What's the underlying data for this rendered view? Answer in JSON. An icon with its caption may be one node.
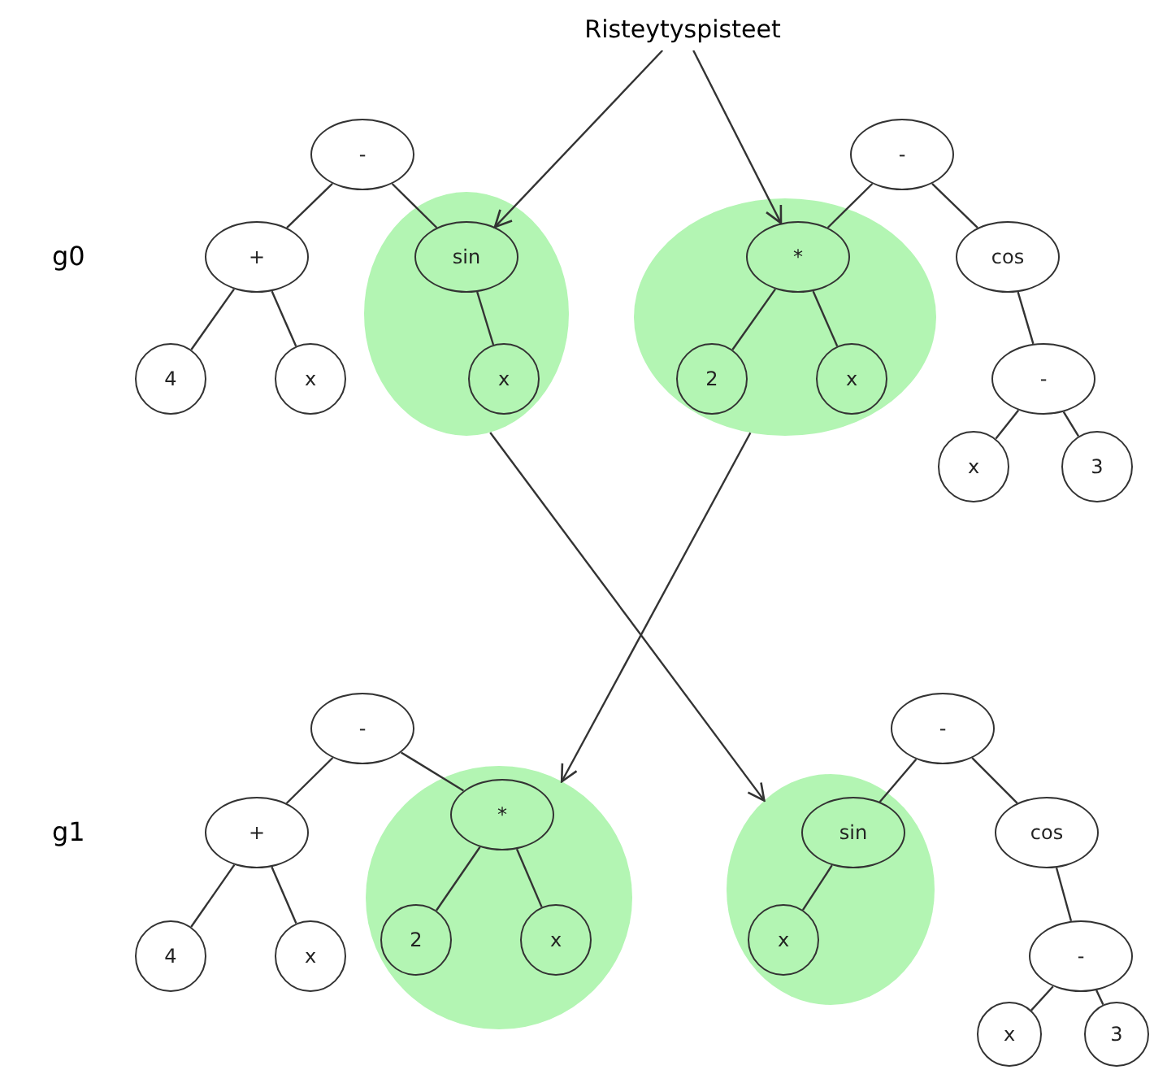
{
  "diagram": {
    "nodes": [
      {
        "text": [
          "Risteytyspisteet"
        ]
      },
      {
        "text": [
          "-"
        ]
      },
      {
        "text": [
          "+"
        ]
      },
      {
        "text": [],
        "shape": "circle"
      },
      {
        "text": [
          "sin"
        ],
        "in": 3
      },
      {
        "text": [
          "4"
        ]
      },
      {
        "text": [
          "x"
        ]
      },
      {
        "text": [
          "x"
        ],
        "in": 3
      },
      {
        "text": [
          "-"
        ]
      },
      {
        "text": [],
        "shape": "circle"
      },
      {
        "text": [
          "*"
        ],
        "in": 9
      },
      {
        "text": [
          "cos"
        ]
      },
      {
        "text": [
          "2"
        ],
        "in": 9
      },
      {
        "text": [
          "x"
        ],
        "in": 9
      },
      {
        "text": [
          "-"
        ]
      },
      {
        "text": [
          "x"
        ]
      },
      {
        "text": [
          "3"
        ]
      },
      {
        "text": [
          "-"
        ]
      },
      {
        "text": [
          "+"
        ]
      },
      {
        "text": [],
        "shape": "circle"
      },
      {
        "text": [
          "*"
        ],
        "in": 19
      },
      {
        "text": [
          "4"
        ]
      },
      {
        "text": [
          "x"
        ]
      },
      {
        "text": [
          "2"
        ],
        "in": 19
      },
      {
        "text": [
          "x"
        ],
        "in": 19
      },
      {
        "text": [
          "-"
        ]
      },
      {
        "text": [],
        "shape": "circle"
      },
      {
        "text": [
          "sin"
        ],
        "in": 26
      },
      {
        "text": [
          "cos"
        ]
      },
      {
        "text": [
          "x"
        ],
        "in": 26
      },
      {
        "text": [
          "-"
        ]
      },
      {
        "text": [
          "x"
        ]
      },
      {
        "text": [
          "3"
        ]
      }
    ],
    "edges": [
      {
        "from": 0,
        "to": 4,
        "arrow": "to"
      },
      {
        "from": 0,
        "to": 10,
        "arrow": "to"
      },
      {
        "from": 1,
        "to": 2,
        "arrow": "none"
      },
      {
        "from": 1,
        "to": 4,
        "arrow": "none"
      },
      {
        "from": 2,
        "to": 5,
        "arrow": "none"
      },
      {
        "from": 2,
        "to": 6,
        "arrow": "none"
      },
      {
        "from": 4,
        "to": 7,
        "arrow": "none"
      },
      {
        "from": 8,
        "to": 10,
        "arrow": "none"
      },
      {
        "from": 8,
        "to": 11,
        "arrow": "none"
      },
      {
        "from": 10,
        "to": 12,
        "arrow": "none"
      },
      {
        "from": 10,
        "to": 13,
        "arrow": "none"
      },
      {
        "from": 11,
        "to": 14,
        "arrow": "none"
      },
      {
        "from": 14,
        "to": 15,
        "arrow": "none"
      },
      {
        "from": 14,
        "to": 16,
        "arrow": "none"
      },
      {
        "from": 3,
        "to": 26,
        "arrow": "to"
      },
      {
        "from": 9,
        "to": 19,
        "arrow": "to"
      },
      {
        "from": 17,
        "to": 18,
        "arrow": "none"
      },
      {
        "from": 17,
        "to": 20,
        "arrow": "none"
      },
      {
        "from": 18,
        "to": 21,
        "arrow": "none"
      },
      {
        "from": 18,
        "to": 22,
        "arrow": "none"
      },
      {
        "from": 20,
        "to": 23,
        "arrow": "none"
      },
      {
        "from": 20,
        "to": 24,
        "arrow": "none"
      },
      {
        "from": 25,
        "to": 27,
        "arrow": "none"
      },
      {
        "from": 25,
        "to": 28,
        "arrow": "none"
      },
      {
        "from": 27,
        "to": 29,
        "arrow": "none"
      },
      {
        "from": 28,
        "to": 30,
        "arrow": "none"
      },
      {
        "from": 30,
        "to": 31,
        "arrow": "none"
      },
      {
        "from": 30,
        "to": 32,
        "arrow": "none"
      }
    ],
    "labels": [
      "g0",
      "g1"
    ]
  }
}
